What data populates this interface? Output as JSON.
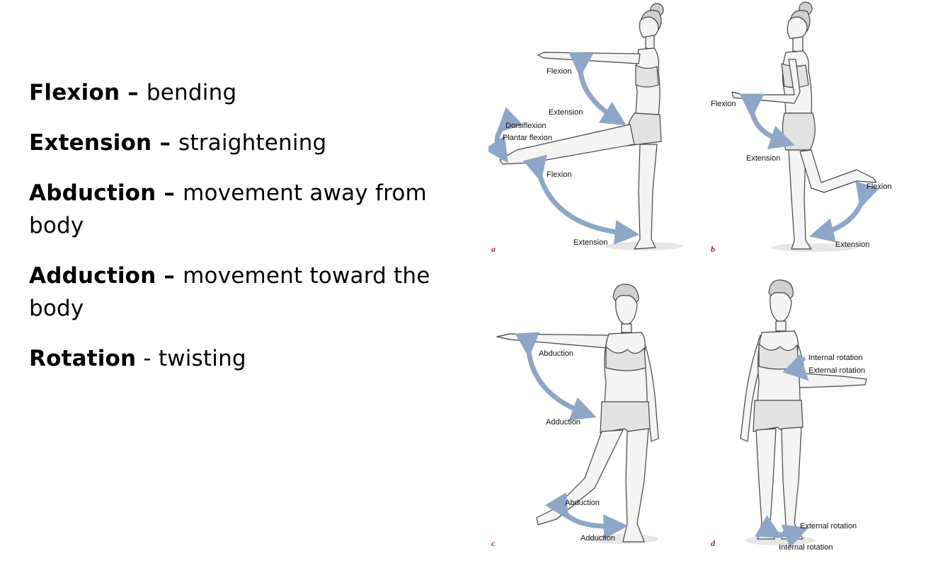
{
  "terms": [
    {
      "name": "Flexion",
      "sep": " – ",
      "desc": "bending"
    },
    {
      "name": "Extension",
      "sep": " – ",
      "desc": "straightening"
    },
    {
      "name": "Abduction",
      "sep": " – ",
      "desc": "movement away from body"
    },
    {
      "name": "Adduction",
      "sep": " – ",
      "desc": "movement toward the body"
    },
    {
      "name": "Rotation",
      "sep": " - ",
      "desc": "twisting"
    }
  ],
  "figure": {
    "panel_a": {
      "letter": "a",
      "labels": {
        "flexion_arm": "Flexion",
        "extension_arm": "Extension",
        "dorsiflexion": "Dorsiflexion",
        "plantar_flexion": "Plantar flexion",
        "flexion_leg": "Flexion",
        "extension_leg": "Extension"
      }
    },
    "panel_b": {
      "letter": "b",
      "labels": {
        "flexion_arm": "Flexion",
        "extension_arm": "Extension",
        "flexion_knee": "Flexion",
        "extension_knee": "Extension"
      }
    },
    "panel_c": {
      "letter": "c",
      "labels": {
        "abduction_arm": "Abduction",
        "adduction_arm": "Adduction",
        "abduction_leg": "Abduction",
        "adduction_leg": "Adduction"
      }
    },
    "panel_d": {
      "letter": "d",
      "labels": {
        "internal_rotation_arm": "Internal rotation",
        "external_rotation_arm": "External rotation",
        "external_rotation_leg": "External rotation",
        "internal_rotation_leg": "Internal rotation"
      }
    },
    "colors": {
      "arrow": "#8ea7c8",
      "panel_letter": "#9a2a2a"
    }
  }
}
